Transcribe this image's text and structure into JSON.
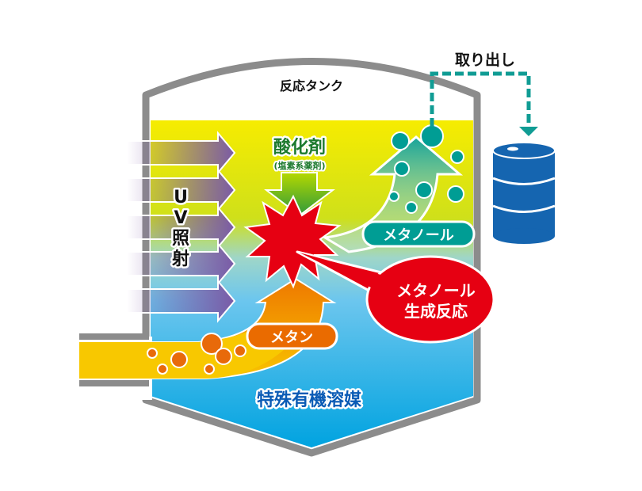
{
  "title": "反応タンク",
  "take_out": "取り出し",
  "uv": {
    "line1": "U",
    "line2": "V",
    "line3": "照",
    "line4": "射"
  },
  "oxidizer": {
    "label": "酸化剤",
    "sub": "(塩素系薬剤)"
  },
  "methane": "メタン",
  "methanol": "メタノール",
  "reaction": {
    "line1": "メタノール",
    "line2": "生成反応"
  },
  "solvent": "特殊有機溶媒",
  "colors": {
    "tank": "#8c8c8c",
    "uv": "#7a5aa6",
    "oxidizer": "#2f8a2f",
    "reaction": "#e60012",
    "methane": "#ee7800",
    "methanol": "#009d94",
    "barrel": "#1565b0",
    "solvent": "#0a5bb5"
  }
}
